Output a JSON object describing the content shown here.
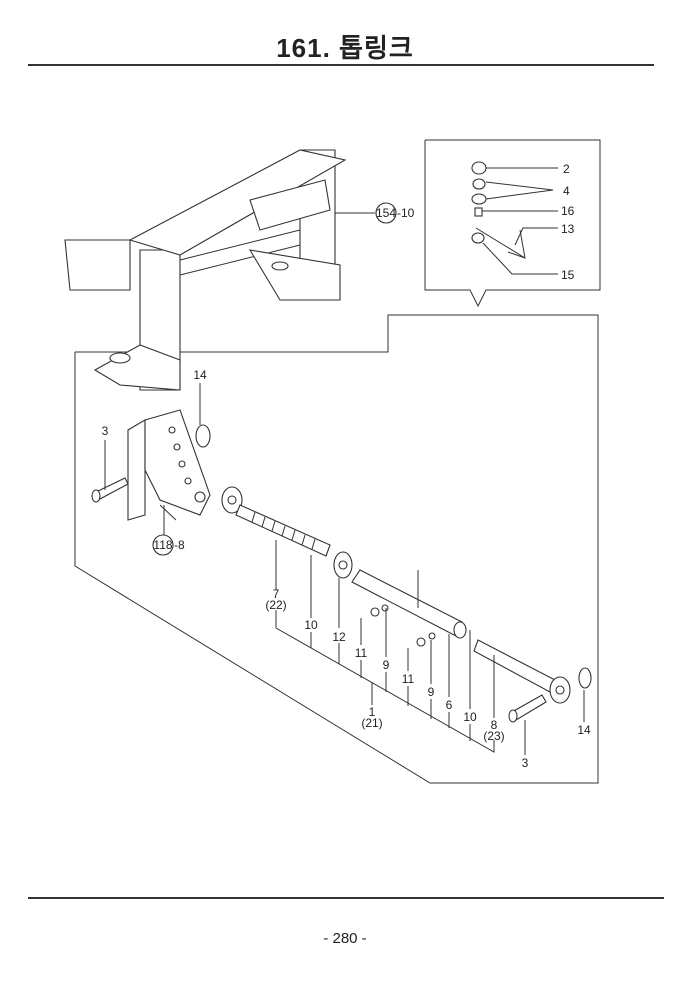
{
  "header": {
    "title": "161. 톱링크"
  },
  "footer": {
    "page": "- 280 -"
  },
  "callouts": {
    "ref154": "154",
    "ref154_part": "-10",
    "ref118": "118",
    "ref118_part": "-8",
    "p14a": "14",
    "p3a": "3",
    "p7": "7",
    "p7b": "(22)",
    "p10a": "10",
    "p12": "12",
    "p11a": "11",
    "p9a": "9",
    "p1": "1",
    "p1b": "(21)",
    "p11b": "11",
    "p9b": "9",
    "p6": "6",
    "p10b": "10",
    "p8": "8",
    "p8b": "(23)",
    "p3b": "3",
    "p14b": "14"
  },
  "inset": {
    "p2": "2",
    "p4": "4",
    "p16": "16",
    "p13": "13",
    "p15": "15"
  }
}
